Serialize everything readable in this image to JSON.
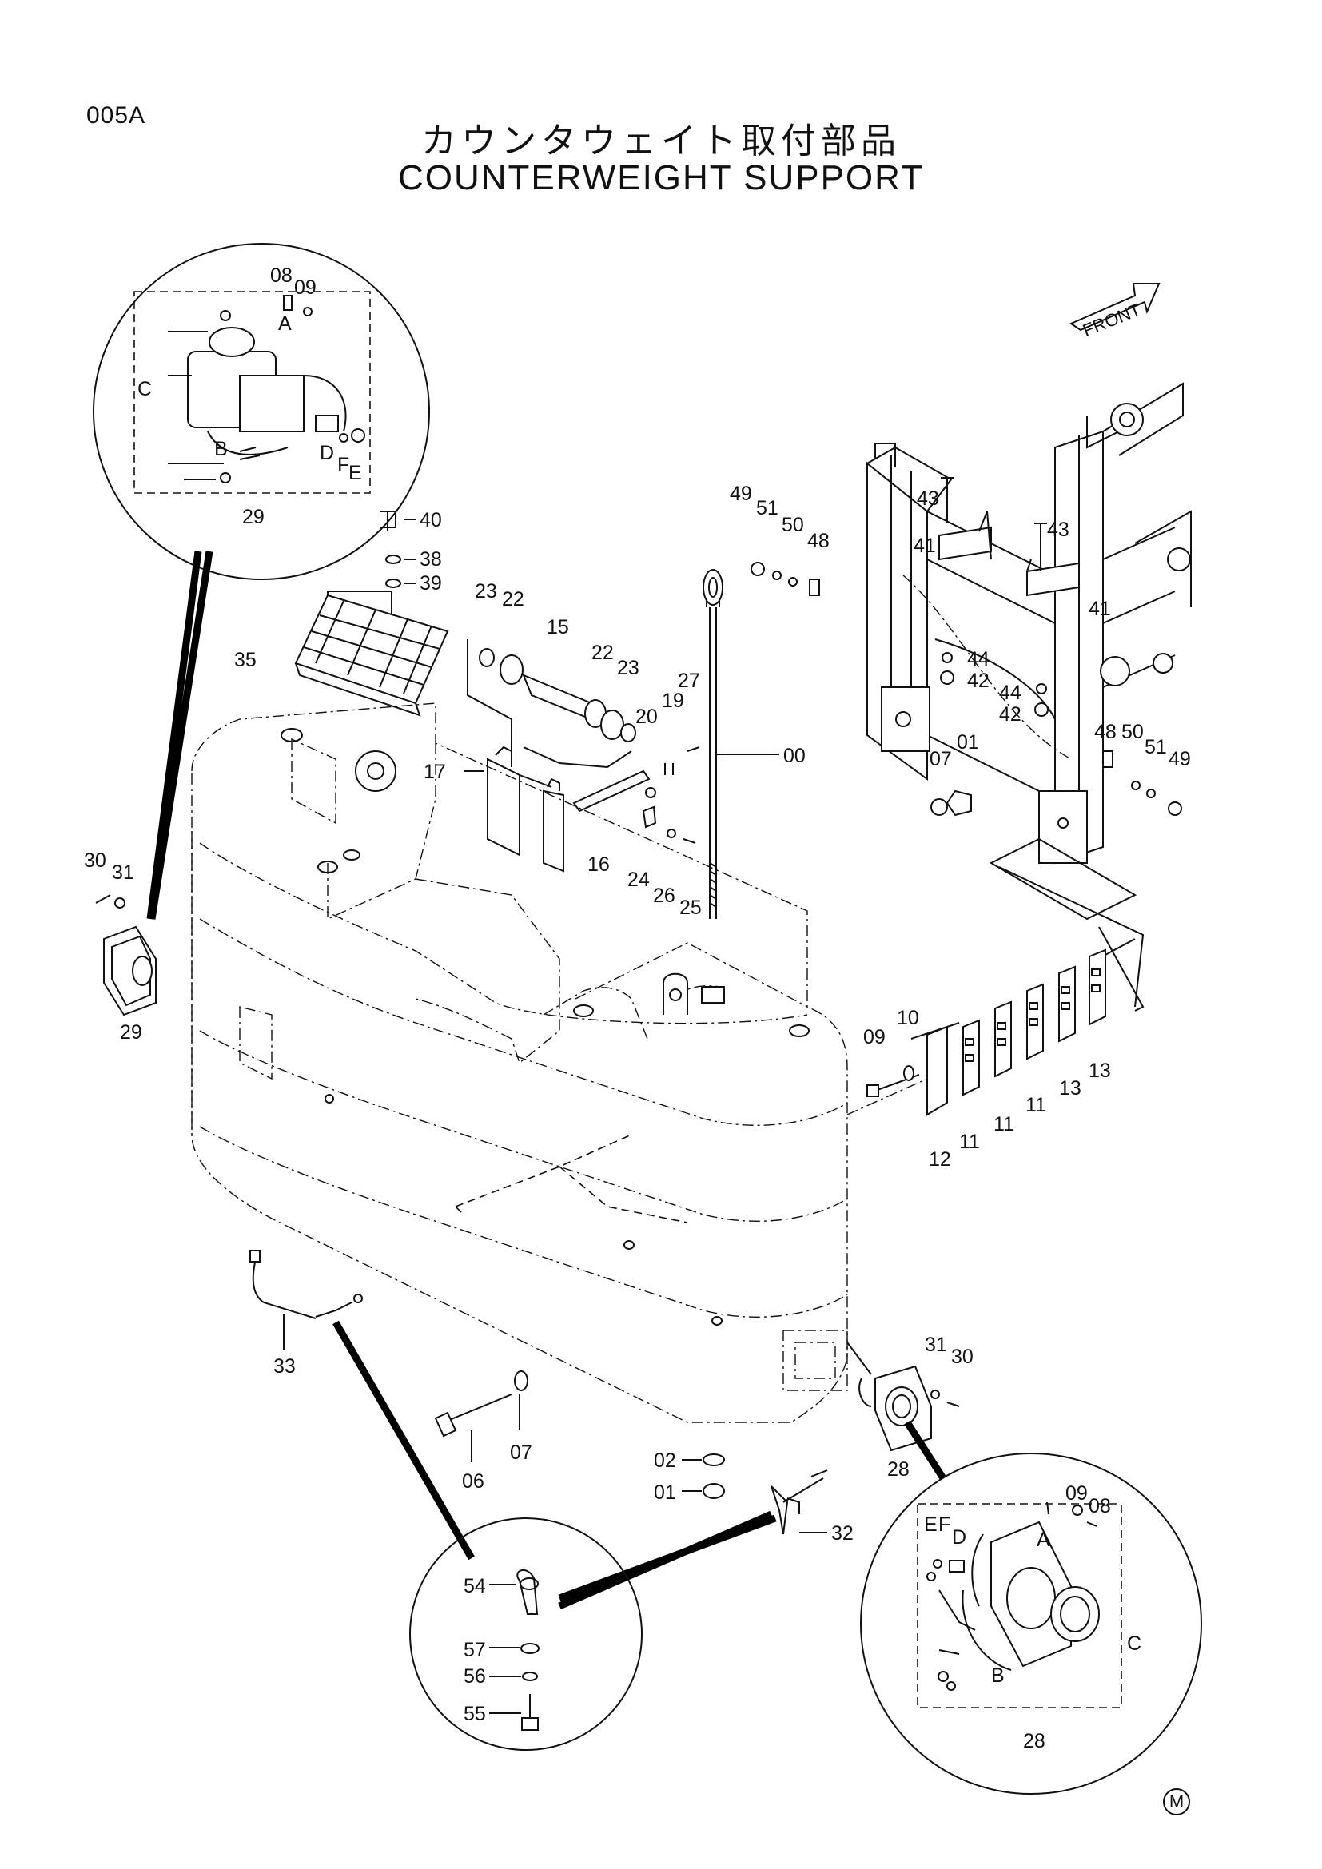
{
  "page_code": "005A",
  "title_jp": "カウンタウェイト取付部品",
  "title_en": "COUNTERWEIGHT SUPPORT",
  "front_label": "FRONT",
  "corner_mark": "M",
  "part_labels": {
    "p00": "00",
    "p01a": "01",
    "p01b": "01",
    "p02": "02",
    "p06": "06",
    "p07a": "07",
    "p07b": "07",
    "p08a": "08",
    "p08b": "08",
    "p09a": "09",
    "p09b": "09",
    "p09c": "09",
    "p10": "10",
    "p11a": "11",
    "p11b": "11",
    "p11c": "11",
    "p12": "12",
    "p13a": "13",
    "p13b": "13",
    "p15": "15",
    "p16": "16",
    "p17": "17",
    "p19": "19",
    "p20": "20",
    "p22a": "22",
    "p22b": "22",
    "p23a": "23",
    "p23b": "23",
    "p24": "24",
    "p25": "25",
    "p26": "26",
    "p27": "27",
    "p28a": "28",
    "p28b": "28",
    "p29a": "29",
    "p29b": "29",
    "p30a": "30",
    "p30b": "30",
    "p31a": "31",
    "p31b": "31",
    "p32": "32",
    "p33": "33",
    "p35": "35",
    "p38": "38",
    "p39": "39",
    "p40": "40",
    "p41a": "41",
    "p41b": "41",
    "p42a": "42",
    "p42b": "42",
    "p43a": "43",
    "p43b": "43",
    "p44a": "44",
    "p44b": "44",
    "p48a": "48",
    "p48b": "48",
    "p49a": "49",
    "p49b": "49",
    "p50a": "50",
    "p50b": "50",
    "p51a": "51",
    "p51b": "51",
    "p54": "54",
    "p55": "55",
    "p56": "56",
    "p57": "57"
  },
  "callout_letters": {
    "tlA": "A",
    "tlB": "B",
    "tlC": "C",
    "tlD": "D",
    "tlE": "E",
    "tlF": "F",
    "brA": "A",
    "brB": "B",
    "brC": "C",
    "brD": "D",
    "brE": "E",
    "brF": "F"
  }
}
